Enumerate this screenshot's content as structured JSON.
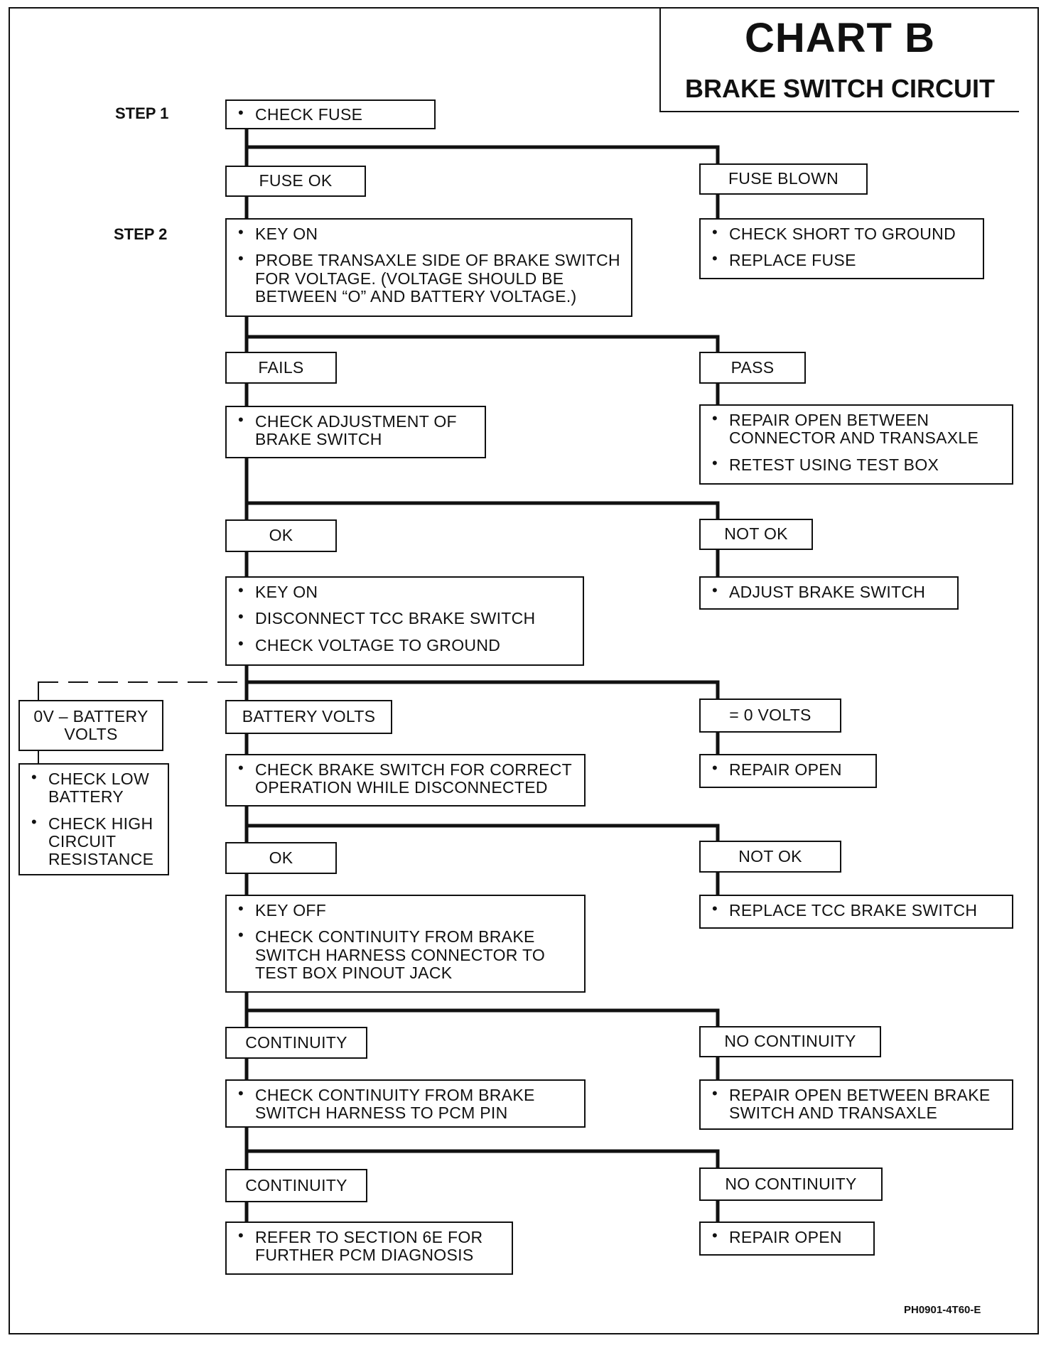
{
  "title": "CHART B",
  "subtitle": "BRAKE SWITCH CIRCUIT",
  "figure_code": "PH0901-4T60-E",
  "steps": {
    "step1": "STEP 1",
    "step2": "STEP 2"
  },
  "nodes": {
    "check_fuse": [
      "CHECK FUSE"
    ],
    "fuse_ok": "FUSE OK",
    "fuse_blown": "FUSE BLOWN",
    "blown_actions": [
      "CHECK SHORT TO GROUND",
      "REPLACE FUSE"
    ],
    "step2_actions": [
      "KEY ON",
      "PROBE TRANSAXLE SIDE OF BRAKE SWITCH FOR VOLTAGE. (VOLTAGE SHOULD BE BETWEEN “O” AND BATTERY VOLTAGE.)"
    ],
    "fails": "FAILS",
    "pass": "PASS",
    "check_adjustment": [
      "CHECK ADJUSTMENT OF BRAKE SWITCH"
    ],
    "pass_actions": [
      "REPAIR OPEN BETWEEN CONNECTOR AND TRANSAXLE",
      "RETEST USING TEST BOX"
    ],
    "ok_1": "OK",
    "not_ok_1": "NOT OK",
    "key_on_actions": [
      "KEY ON",
      "DISCONNECT TCC BRAKE SWITCH",
      "CHECK VOLTAGE TO GROUND"
    ],
    "adjust_actions": [
      "ADJUST BRAKE SWITCH"
    ],
    "zero_to_battery": "0V – BATTERY VOLTS",
    "low_battery_actions": [
      "CHECK LOW BATTERY",
      "CHECK HIGH CIRCUIT RESISTANCE"
    ],
    "battery_volts": "BATTERY VOLTS",
    "zero_volts": "= 0 VOLTS",
    "check_operation": [
      "CHECK BRAKE SWITCH FOR CORRECT OPERATION WHILE DISCONNECTED"
    ],
    "repair_open_1": [
      "REPAIR OPEN"
    ],
    "ok_2": "OK",
    "not_ok_2": "NOT OK",
    "key_off_actions": [
      "KEY OFF",
      "CHECK CONTINUITY FROM BRAKE SWITCH HARNESS CONNECTOR TO TEST BOX PINOUT JACK"
    ],
    "replace_switch": [
      "REPLACE TCC BRAKE SWITCH"
    ],
    "continuity_1": "CONTINUITY",
    "no_continuity_1": "NO CONTINUITY",
    "check_pcm_pin": [
      "CHECK CONTINUITY FROM BRAKE SWITCH HARNESS TO PCM PIN"
    ],
    "repair_transaxle": [
      "REPAIR OPEN BETWEEN BRAKE SWITCH AND TRANSAXLE"
    ],
    "continuity_2": "CONTINUITY",
    "no_continuity_2": "NO CONTINUITY",
    "refer_section": [
      "REFER TO SECTION 6E FOR FURTHER PCM DIAGNOSIS"
    ],
    "repair_open_2": [
      "REPAIR OPEN"
    ]
  }
}
